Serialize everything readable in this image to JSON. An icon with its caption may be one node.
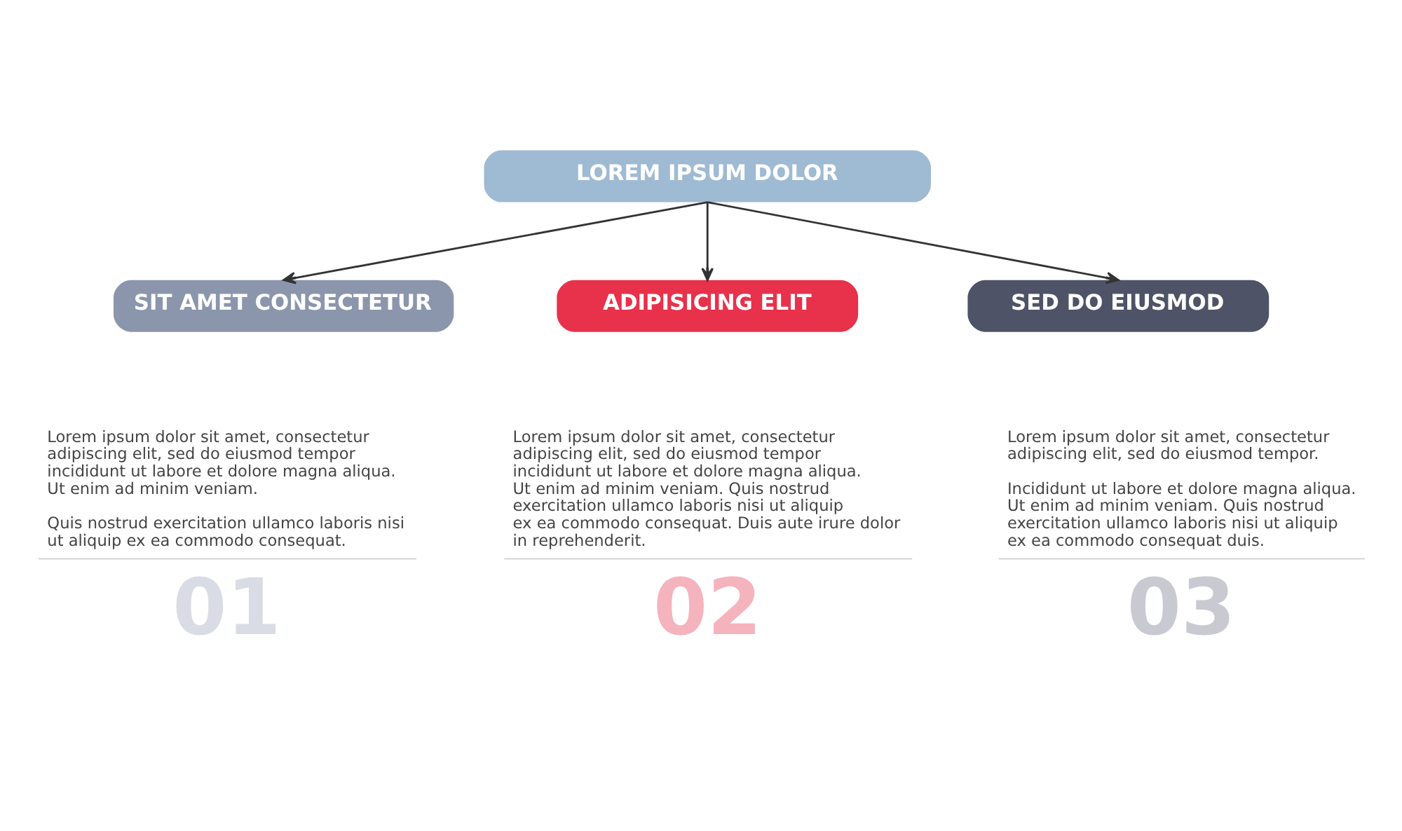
{
  "diagram": {
    "nodes": [
      {
        "text": [
          "LOREM IPSUM DOLOR"
        ]
      },
      {
        "text": [
          "SIT AMET CONSECTETUR"
        ],
        "beside": [
          "Lorem ipsum dolor sit amet, consectetur adipiscing elit, sed do eiusmod tempor incididunt ut labore et dolore magna aliqua. Ut enim ad minim veniam.",
          "Quis nostrud exercitation ullamco laboris nisi ut aliquip ex ea commodo consequat.",
          "01"
        ]
      },
      {
        "text": [
          "ADIPISICING ELIT"
        ],
        "beside": [
          "Lorem ipsum dolor sit amet, consectetur adipiscing elit, sed do eiusmod tempor incididunt ut labore et dolore magna aliqua. Ut enim ad minim veniam. Quis nostrud exercitation ullamco laboris nisi ut aliquip ex ea commodo consequat. Duis aute irure dolor in reprehenderit.",
          "02"
        ]
      },
      {
        "text": [
          "SED DO EIUSMOD"
        ],
        "beside": [
          "Lorem ipsum dolor sit amet, consectetur adipiscing elit, sed do eiusmod tempor.",
          "Incididunt ut labore et dolore magna aliqua. Ut enim ad minim veniam. Quis nostrud exercitation ullamco laboris nisi ut aliquip ex ea commodo consequat duis.",
          "03"
        ]
      }
    ],
    "edges": [
      {
        "from": 0,
        "to": 1,
        "arrow": "to"
      },
      {
        "from": 0,
        "to": 2,
        "arrow": "to"
      },
      {
        "from": 0,
        "to": 3,
        "arrow": "to"
      }
    ]
  }
}
